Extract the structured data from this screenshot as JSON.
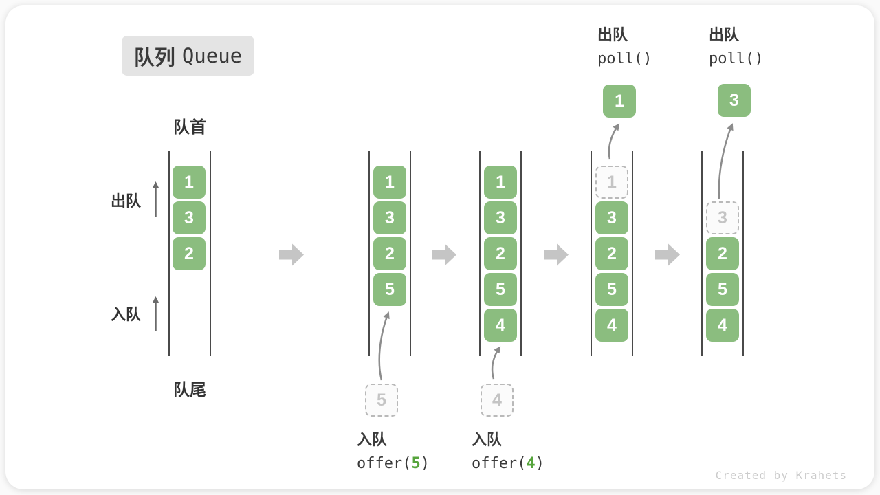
{
  "title": {
    "zh": "队列",
    "en": "Queue"
  },
  "labels": {
    "front": "队首",
    "rear": "队尾",
    "dequeue": "出队",
    "enqueue": "入队"
  },
  "queues": {
    "q1": {
      "cells": [
        "1",
        "3",
        "2"
      ]
    },
    "q2": {
      "cells": [
        "1",
        "3",
        "2",
        "5"
      ],
      "incoming": "5"
    },
    "q3": {
      "cells": [
        "1",
        "3",
        "2",
        "5",
        "4"
      ],
      "incoming": "4"
    },
    "q4": {
      "ghost": "1",
      "cells": [
        "3",
        "2",
        "5",
        "4"
      ],
      "popped": "1"
    },
    "q5": {
      "ghost": "3",
      "cells": [
        "2",
        "5",
        "4"
      ],
      "popped": "3"
    }
  },
  "operations": {
    "enqueue5": {
      "label": "入队",
      "code_prefix": "offer(",
      "arg": "5",
      "code_suffix": ")"
    },
    "enqueue4": {
      "label": "入队",
      "code_prefix": "offer(",
      "arg": "4",
      "code_suffix": ")"
    },
    "dequeue1": {
      "label": "出队",
      "code": "poll()"
    },
    "dequeue2": {
      "label": "出队",
      "code": "poll()"
    }
  },
  "watermark": "Created by Krahets",
  "colors": {
    "cell_green": "#8bbd7f",
    "code_green": "#56a43c",
    "block_arrow_gray": "#c5c5c5",
    "curved_arrow_gray": "#8c8c8c",
    "label_arrow_gray": "#6a6a6a",
    "title_box_bg": "#e4e4e4",
    "ghost_border": "#b9b9b9",
    "text_dark": "#3a3a3a"
  }
}
